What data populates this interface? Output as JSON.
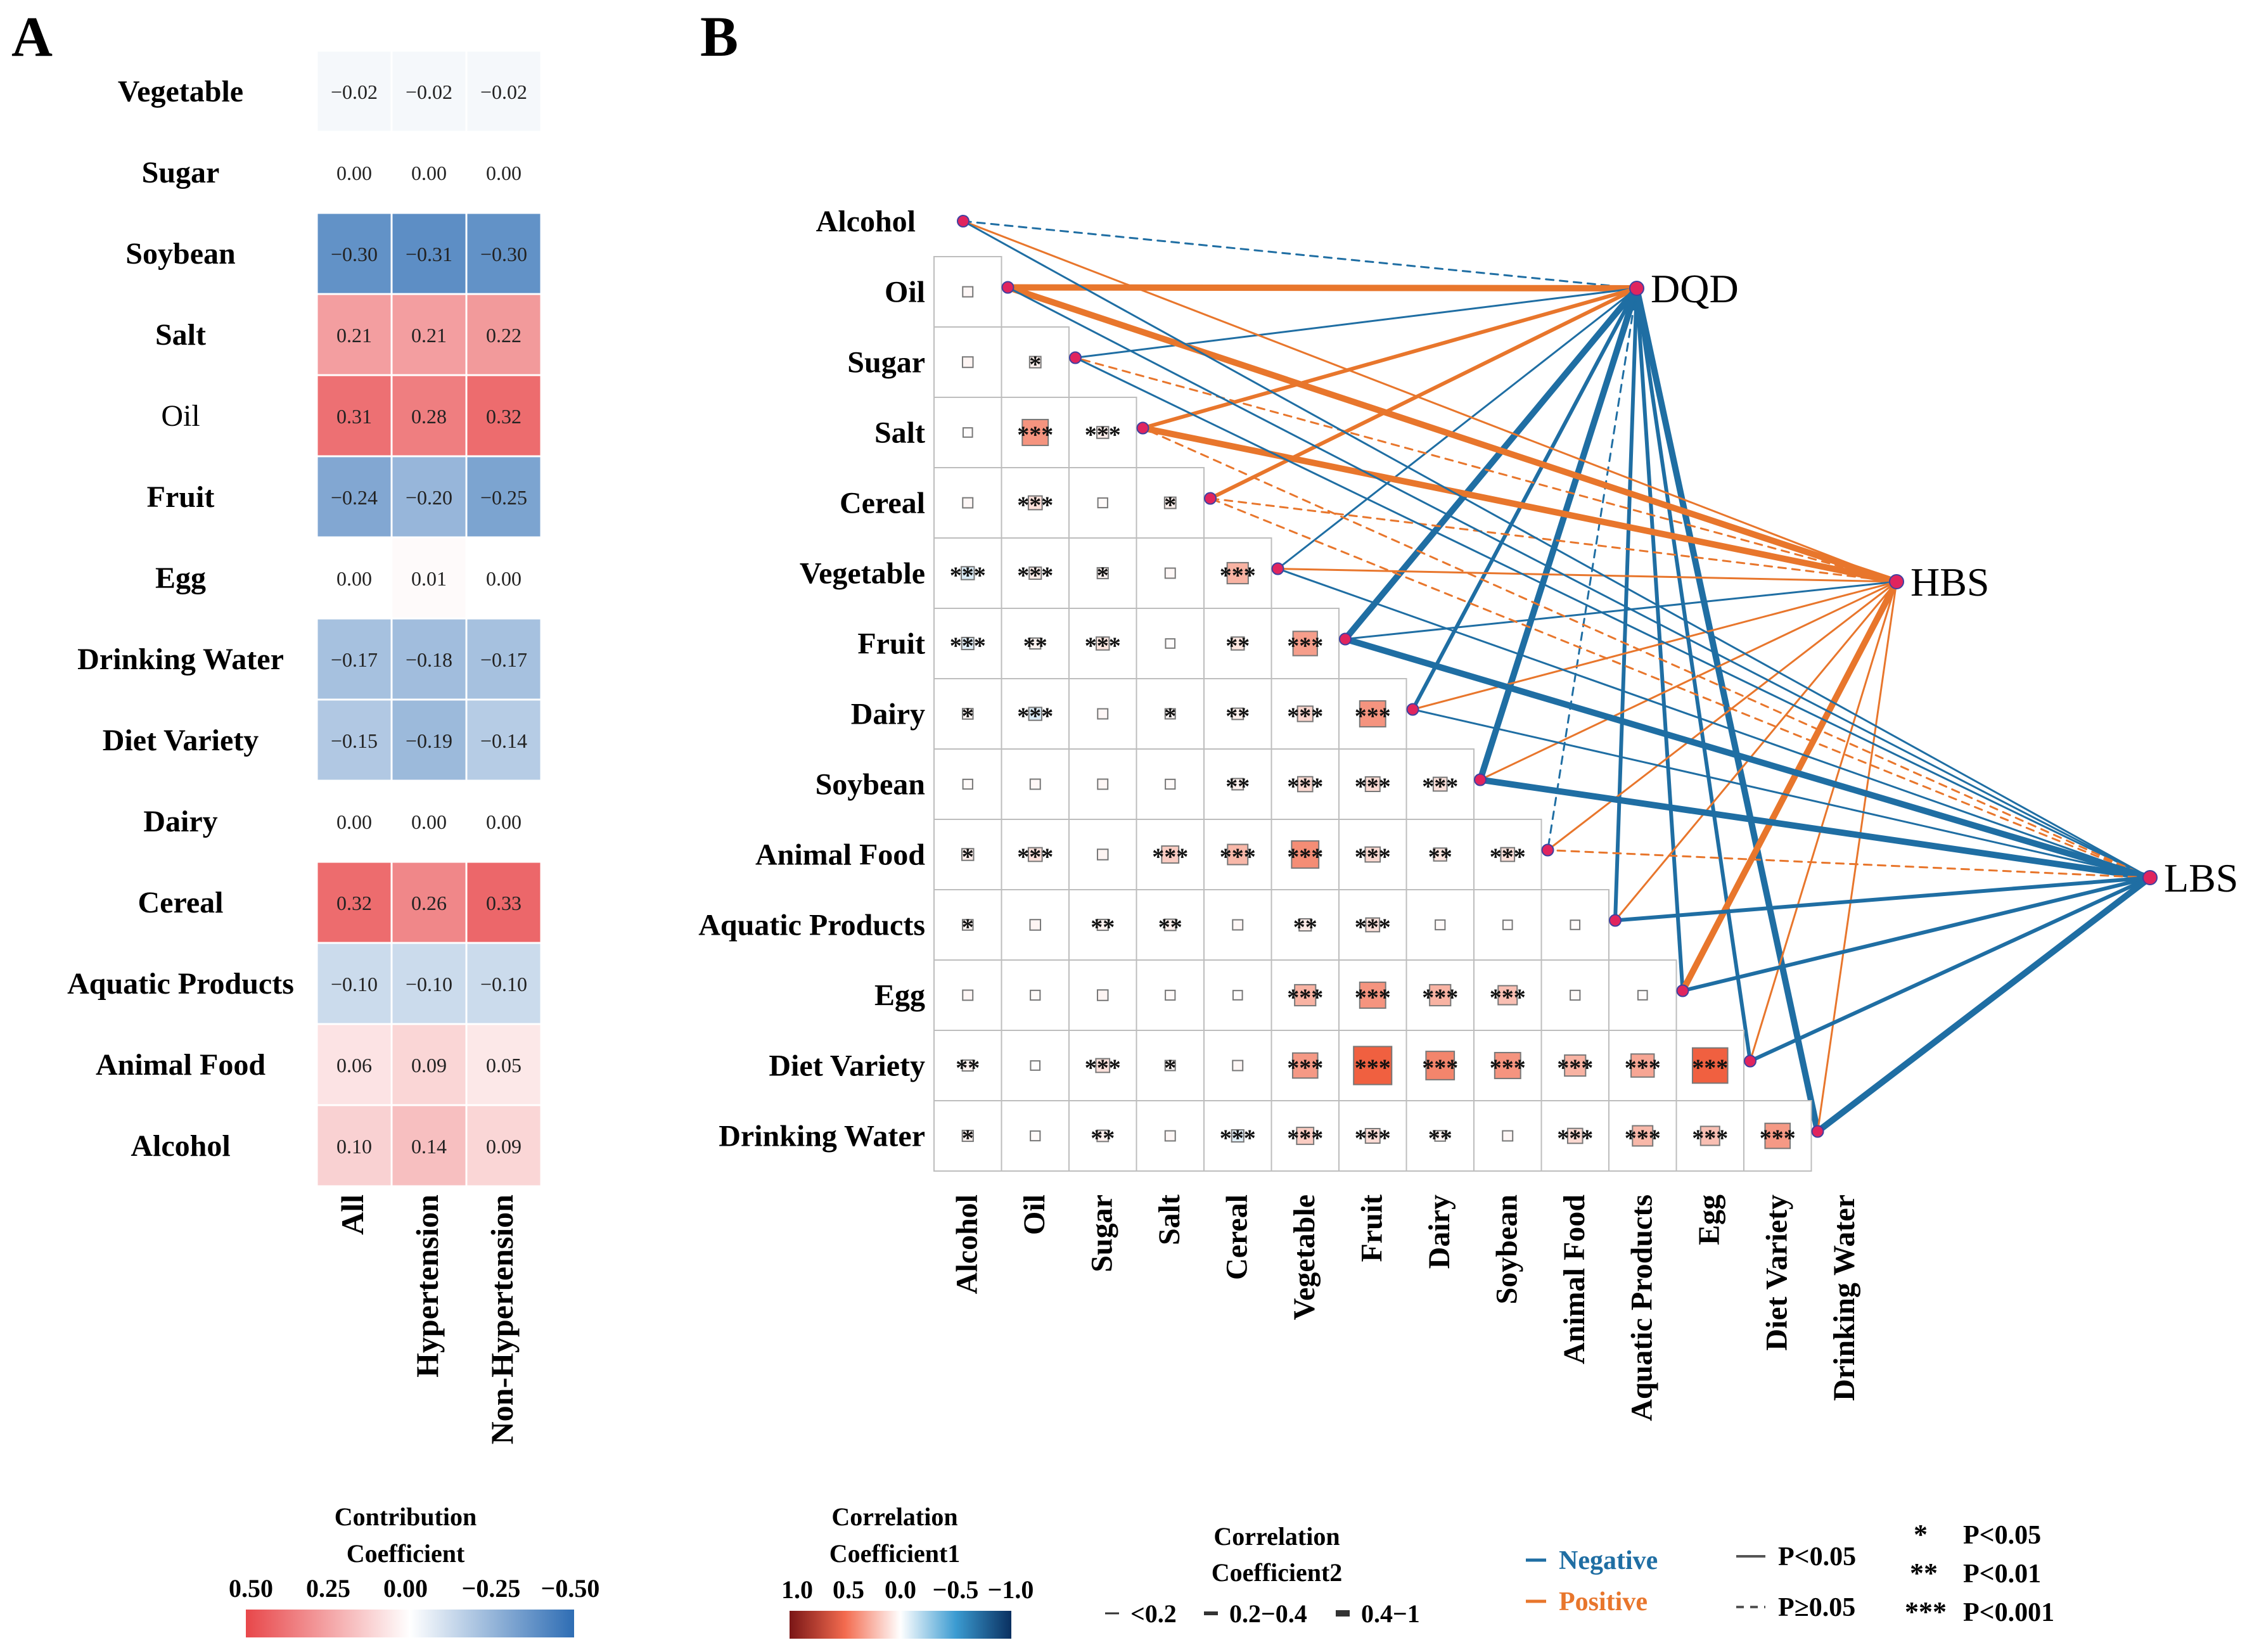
{
  "panels": {
    "a": "A",
    "b": "B"
  },
  "chart_data": [
    {
      "type": "heatmap",
      "rows": [
        "Vegetable",
        "Sugar",
        "Soybean",
        "Salt",
        "Oil",
        "Fruit",
        "Egg",
        "Drinking Water",
        "Diet Variety",
        "Dairy",
        "Cereal",
        "Aquatic Products",
        "Animal Food",
        "Alcohol"
      ],
      "columns": [
        "All",
        "Hypertension",
        "Non-Hypertension"
      ],
      "values": [
        [
          -0.02,
          -0.02,
          -0.02
        ],
        [
          0.0,
          0.0,
          0.0
        ],
        [
          -0.3,
          -0.31,
          -0.3
        ],
        [
          0.21,
          0.21,
          0.22
        ],
        [
          0.31,
          0.28,
          0.32
        ],
        [
          -0.24,
          -0.2,
          -0.25
        ],
        [
          0.0,
          0.01,
          0.0
        ],
        [
          -0.17,
          -0.18,
          -0.17
        ],
        [
          -0.15,
          -0.19,
          -0.14
        ],
        [
          0.0,
          0.0,
          0.0
        ],
        [
          0.32,
          0.26,
          0.33
        ],
        [
          -0.1,
          -0.1,
          -0.1
        ],
        [
          0.06,
          0.09,
          0.05
        ],
        [
          0.1,
          0.14,
          0.09
        ]
      ],
      "cell_labels": [
        [
          "−0.02",
          "−0.02",
          "−0.02"
        ],
        [
          "0.00",
          "0.00",
          "0.00"
        ],
        [
          "−0.30",
          "−0.31",
          "−0.30"
        ],
        [
          "0.21",
          "0.21",
          "0.22"
        ],
        [
          "0.31",
          "0.28",
          "0.32"
        ],
        [
          "−0.24",
          "−0.20",
          "−0.25"
        ],
        [
          "0.00",
          "0.01",
          "0.00"
        ],
        [
          "−0.17",
          "−0.18",
          "−0.17"
        ],
        [
          "−0.15",
          "−0.19",
          "−0.14"
        ],
        [
          "0.00",
          "0.00",
          "0.00"
        ],
        [
          "0.32",
          "0.26",
          "0.33"
        ],
        [
          "−0.10",
          "−0.10",
          "−0.10"
        ],
        [
          "0.06",
          "0.09",
          "0.05"
        ],
        [
          "0.10",
          "0.14",
          "0.09"
        ]
      ],
      "color_range": [
        -0.5,
        0.5
      ],
      "colors": {
        "positive": "#e8474a",
        "negative": "#2e6db4",
        "neutral": "#ffffff"
      },
      "legend": {
        "title_line1": "Contribution",
        "title_line2": "Coefficient",
        "ticks": [
          "0.50",
          "0.25",
          "0.00",
          "−0.25",
          "−0.50"
        ]
      }
    },
    {
      "type": "heatmap",
      "variables": [
        "Alcohol",
        "Oil",
        "Sugar",
        "Salt",
        "Cereal",
        "Vegetable",
        "Fruit",
        "Dairy",
        "Soybean",
        "Animal Food",
        "Aquatic Products",
        "Egg",
        "Diet  Variety",
        "Drinking Water"
      ],
      "matrix_rows": [
        [
          0.03
        ],
        [
          0.04,
          0.06
        ],
        [
          0.01,
          0.42,
          0.07
        ],
        [
          0.03,
          0.12,
          0.02,
          0.06
        ],
        [
          -0.1,
          0.08,
          0.05,
          0.03,
          0.3
        ],
        [
          -0.08,
          0.05,
          0.1,
          0.01,
          0.1,
          0.38
        ],
        [
          0.04,
          -0.1,
          0.03,
          0.03,
          0.06,
          0.16,
          0.42
        ],
        [
          0.02,
          0.03,
          0.03,
          0.02,
          0.06,
          0.15,
          0.14,
          0.12
        ],
        [
          0.07,
          0.12,
          0.04,
          0.2,
          0.28,
          0.45,
          0.15,
          0.1,
          0.12
        ],
        [
          0.04,
          0.04,
          0.05,
          0.06,
          0.03,
          0.08,
          0.12,
          0.02,
          0.01,
          0.01
        ],
        [
          0.03,
          0.02,
          0.04,
          0.02,
          0.01,
          0.3,
          0.42,
          0.3,
          0.25,
          0.02,
          0.01
        ],
        [
          0.05,
          0.01,
          0.12,
          0.03,
          0.03,
          0.4,
          0.72,
          0.48,
          0.42,
          0.3,
          0.35,
          0.65
        ],
        [
          0.05,
          0.02,
          0.06,
          0.03,
          -0.08,
          0.2,
          0.14,
          0.04,
          0.03,
          0.15,
          0.28,
          0.25,
          0.4
        ]
      ],
      "significance": [
        [
          ""
        ],
        [
          "",
          "*"
        ],
        [
          "",
          "***",
          "***"
        ],
        [
          "",
          "***",
          "",
          "*"
        ],
        [
          "***",
          "***",
          "*",
          "",
          "***"
        ],
        [
          "***",
          "**",
          "***",
          "",
          "**",
          "***"
        ],
        [
          "*",
          "***",
          "",
          "*",
          "**",
          "***",
          "***"
        ],
        [
          "",
          "",
          "",
          "",
          "**",
          "***",
          "***",
          "***"
        ],
        [
          "*",
          "***",
          "",
          "***",
          "***",
          "***",
          "***",
          "**",
          "***"
        ],
        [
          "*",
          "",
          "**",
          "**",
          "",
          "**",
          "***",
          "",
          "",
          ""
        ],
        [
          "",
          "",
          "",
          "",
          "",
          "***",
          "***",
          "***",
          "***",
          "",
          ""
        ],
        [
          "**",
          "",
          "***",
          "*",
          "",
          "***",
          "***",
          "***",
          "***",
          "***",
          "***",
          "***"
        ],
        [
          "*",
          "",
          "**",
          "",
          "***",
          "***",
          "***",
          "**",
          "",
          "***",
          "***",
          "***",
          "***"
        ]
      ],
      "color_range": [
        -1.0,
        1.0
      ],
      "colors": {
        "positive": "#f06040",
        "negative": "#2a8ac8",
        "strong_positive": "#8b1a1a",
        "strong_negative": "#0a3d6b"
      },
      "nodes": [
        "DQD",
        "HBS",
        "LBS"
      ],
      "links": [
        {
          "from": "DQD",
          "to": "Alcohol",
          "sign": "negative",
          "strength": 0,
          "p": "ge05"
        },
        {
          "from": "DQD",
          "to": "Oil",
          "sign": "positive",
          "strength": 2,
          "p": "lt05"
        },
        {
          "from": "DQD",
          "to": "Sugar",
          "sign": "negative",
          "strength": 0,
          "p": "lt05"
        },
        {
          "from": "DQD",
          "to": "Salt",
          "sign": "positive",
          "strength": 1,
          "p": "lt05"
        },
        {
          "from": "DQD",
          "to": "Cereal",
          "sign": "positive",
          "strength": 1,
          "p": "lt05"
        },
        {
          "from": "DQD",
          "to": "Vegetable",
          "sign": "negative",
          "strength": 0,
          "p": "lt05"
        },
        {
          "from": "DQD",
          "to": "Fruit",
          "sign": "negative",
          "strength": 2,
          "p": "lt05"
        },
        {
          "from": "DQD",
          "to": "Dairy",
          "sign": "negative",
          "strength": 1,
          "p": "lt05"
        },
        {
          "from": "DQD",
          "to": "Soybean",
          "sign": "negative",
          "strength": 2,
          "p": "lt05"
        },
        {
          "from": "DQD",
          "to": "Animal Food",
          "sign": "negative",
          "strength": 0,
          "p": "ge05"
        },
        {
          "from": "DQD",
          "to": "Aquatic Products",
          "sign": "negative",
          "strength": 1,
          "p": "lt05"
        },
        {
          "from": "DQD",
          "to": "Egg",
          "sign": "negative",
          "strength": 1,
          "p": "lt05"
        },
        {
          "from": "DQD",
          "to": "Diet  Variety",
          "sign": "negative",
          "strength": 1,
          "p": "lt05"
        },
        {
          "from": "DQD",
          "to": "Drinking Water",
          "sign": "negative",
          "strength": 2,
          "p": "lt05"
        },
        {
          "from": "HBS",
          "to": "Alcohol",
          "sign": "positive",
          "strength": 0,
          "p": "lt05"
        },
        {
          "from": "HBS",
          "to": "Oil",
          "sign": "positive",
          "strength": 2,
          "p": "lt05"
        },
        {
          "from": "HBS",
          "to": "Sugar",
          "sign": "positive",
          "strength": 0,
          "p": "ge05"
        },
        {
          "from": "HBS",
          "to": "Salt",
          "sign": "positive",
          "strength": 2,
          "p": "lt05"
        },
        {
          "from": "HBS",
          "to": "Cereal",
          "sign": "positive",
          "strength": 0,
          "p": "ge05"
        },
        {
          "from": "HBS",
          "to": "Vegetable",
          "sign": "positive",
          "strength": 0,
          "p": "lt05"
        },
        {
          "from": "HBS",
          "to": "Fruit",
          "sign": "negative",
          "strength": 0,
          "p": "lt05"
        },
        {
          "from": "HBS",
          "to": "Dairy",
          "sign": "positive",
          "strength": 0,
          "p": "lt05"
        },
        {
          "from": "HBS",
          "to": "Soybean",
          "sign": "positive",
          "strength": 0,
          "p": "lt05"
        },
        {
          "from": "HBS",
          "to": "Animal Food",
          "sign": "positive",
          "strength": 0,
          "p": "lt05"
        },
        {
          "from": "HBS",
          "to": "Aquatic Products",
          "sign": "positive",
          "strength": 0,
          "p": "lt05"
        },
        {
          "from": "HBS",
          "to": "Egg",
          "sign": "positive",
          "strength": 2,
          "p": "lt05"
        },
        {
          "from": "HBS",
          "to": "Diet  Variety",
          "sign": "positive",
          "strength": 0,
          "p": "lt05"
        },
        {
          "from": "HBS",
          "to": "Drinking Water",
          "sign": "positive",
          "strength": 0,
          "p": "lt05"
        },
        {
          "from": "LBS",
          "to": "Alcohol",
          "sign": "negative",
          "strength": 0,
          "p": "lt05"
        },
        {
          "from": "LBS",
          "to": "Oil",
          "sign": "negative",
          "strength": 0,
          "p": "lt05"
        },
        {
          "from": "LBS",
          "to": "Sugar",
          "sign": "negative",
          "strength": 0,
          "p": "lt05"
        },
        {
          "from": "LBS",
          "to": "Salt",
          "sign": "positive",
          "strength": 0,
          "p": "ge05"
        },
        {
          "from": "LBS",
          "to": "Cereal",
          "sign": "positive",
          "strength": 0,
          "p": "ge05"
        },
        {
          "from": "LBS",
          "to": "Vegetable",
          "sign": "negative",
          "strength": 0,
          "p": "lt05"
        },
        {
          "from": "LBS",
          "to": "Fruit",
          "sign": "negative",
          "strength": 2,
          "p": "lt05"
        },
        {
          "from": "LBS",
          "to": "Dairy",
          "sign": "negative",
          "strength": 0,
          "p": "lt05"
        },
        {
          "from": "LBS",
          "to": "Soybean",
          "sign": "negative",
          "strength": 2,
          "p": "lt05"
        },
        {
          "from": "LBS",
          "to": "Animal Food",
          "sign": "positive",
          "strength": 0,
          "p": "ge05"
        },
        {
          "from": "LBS",
          "to": "Aquatic Products",
          "sign": "negative",
          "strength": 1,
          "p": "lt05"
        },
        {
          "from": "LBS",
          "to": "Egg",
          "sign": "negative",
          "strength": 1,
          "p": "lt05"
        },
        {
          "from": "LBS",
          "to": "Diet  Variety",
          "sign": "negative",
          "strength": 1,
          "p": "lt05"
        },
        {
          "from": "LBS",
          "to": "Drinking Water",
          "sign": "negative",
          "strength": 2,
          "p": "lt05"
        }
      ],
      "legends": {
        "coef1": {
          "title_line1": "Correlation",
          "title_line2": "Coefficient1",
          "ticks": [
            "1.0",
            "0.5",
            "0.0",
            "−0.5",
            "−1.0"
          ]
        },
        "coef2": {
          "title_line1": "Correlation",
          "title_line2": "Coefficient2",
          "items": [
            "<0.2",
            "0.2−0.4",
            "0.4−1"
          ]
        },
        "sign": {
          "negative": "Negative",
          "positive": "Positive",
          "negative_color": "#1f6ea3",
          "positive_color": "#e8762c"
        },
        "pvalue": {
          "solid": "P<0.05",
          "dashed": "P≥0.05"
        },
        "stars": [
          {
            "symbol": "*",
            "label": "P<0.05"
          },
          {
            "symbol": "**",
            "label": "P<0.01"
          },
          {
            "symbol": "***",
            "label": "P<0.001"
          }
        ]
      }
    }
  ]
}
